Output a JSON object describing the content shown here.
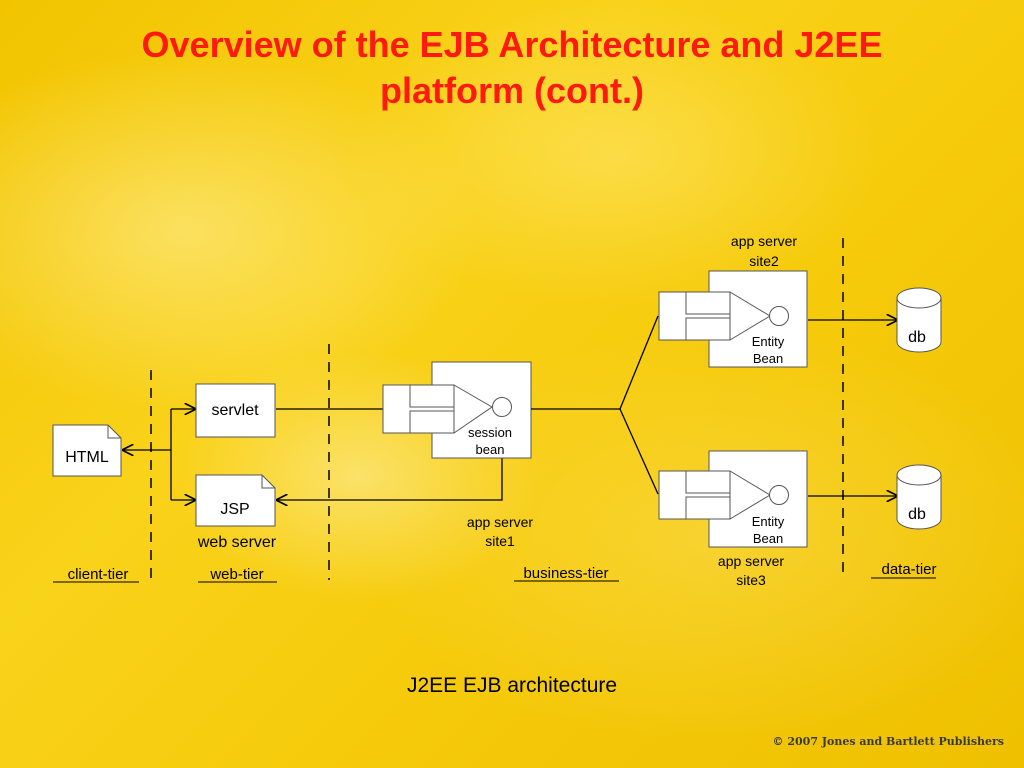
{
  "slide": {
    "title_line1": "Overview of the EJB Architecture and J2EE",
    "title_line2": "platform (cont.)",
    "caption": "J2EE EJB architecture",
    "copyright": "© 2007 Jones and Bartlett Publishers"
  },
  "diagram": {
    "html_label": "HTML",
    "servlet_label": "servlet",
    "jsp_label": "JSP",
    "web_server_label": "web server",
    "session_bean": {
      "line1": "session",
      "line2": "bean"
    },
    "app_server_site1": {
      "line1": "app server",
      "line2": "site1"
    },
    "app_server_site2": {
      "line1": "app server",
      "line2": "site2"
    },
    "app_server_site3": {
      "line1": "app server",
      "line2": "site3"
    },
    "entity_bean_top": {
      "line1": "Entity",
      "line2": "Bean"
    },
    "entity_bean_bottom": {
      "line1": "Entity",
      "line2": "Bean"
    },
    "db_top_label": "db",
    "db_bottom_label": "db",
    "tiers": {
      "client": "client-tier",
      "web": "web-tier",
      "business": "business-tier",
      "data": "data-tier"
    }
  }
}
